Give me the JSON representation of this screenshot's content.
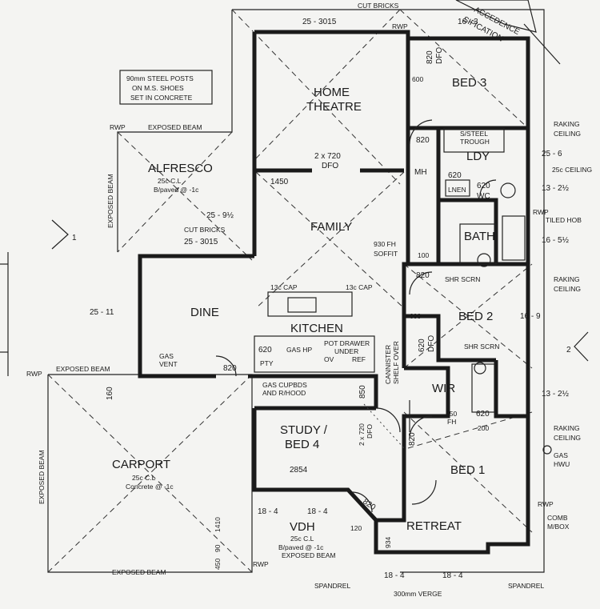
{
  "rooms": {
    "home_theatre": [
      "HOME",
      "THEATRE"
    ],
    "bed3": "BED 3",
    "alfresco": "ALFRESCO",
    "alfresco_spec": [
      "25c C.L",
      "B/paved @ -1c"
    ],
    "family": "FAMILY",
    "ldy": "LDY",
    "bath": "BATH",
    "wc": "WC",
    "dine": "DINE",
    "kitchen": "KITCHEN",
    "bed2": "BED 2",
    "wir": "WIR",
    "study": [
      "STUDY /",
      "BED 4"
    ],
    "carport": "CARPORT",
    "carport_spec": [
      "25c C.L",
      "Concrete @ -1c"
    ],
    "bed1": "BED 1",
    "vdh": "VDH",
    "vdh_spec": [
      "25c C.L",
      "B/paved @ -1c"
    ],
    "retreat": "RETREAT"
  },
  "notes": {
    "steel_posts": [
      "90mm STEEL POSTS",
      "ON M.S. SHOES",
      "SET IN CONCRETE"
    ],
    "cut_bricks": "CUT BRICKS",
    "exposed_beam": "EXPOSED BEAM",
    "rwp": "RWP",
    "raking_ceiling": [
      "RAKING",
      "CEILING"
    ],
    "ceiling_25c": "25c CEILING",
    "tiled_hob": "TILED HOB",
    "soffit": [
      "930 FH",
      "SOFFIT"
    ],
    "cap": "13c CAP",
    "pot_drawer": [
      "POT DRAWER",
      "UNDER"
    ],
    "cannister": [
      "CANNISTER",
      "SHELF OVER"
    ],
    "gas_vent": [
      "GAS",
      "VENT"
    ],
    "gas_hp": "GAS HP",
    "cupboards": [
      "GAS CUPBDS",
      "AND R/HOOD"
    ],
    "gas_hwu": [
      "GAS",
      "HWU"
    ],
    "comb_mbox": [
      "COMB",
      "M/BOX"
    ],
    "spandrel": "SPANDREL",
    "verge": "300mm VERGE",
    "ss_trough": [
      "S/STEEL",
      "TROUGH"
    ],
    "linen": "LNEN",
    "shr_scrn": "SHR SCRN",
    "dfo_720": [
      "2 x 720",
      "DFO"
    ],
    "fh_850": [
      "850",
      "FH"
    ],
    "mh": "MH",
    "pty": "PTY",
    "ov": "OV",
    "ref": "REF",
    "stamp": [
      "ACCEDENCE",
      "SIFICATION"
    ],
    "section_marker_1": "1",
    "section_marker_2": "2"
  },
  "dims": {
    "d25_3015": "25 - 3015",
    "d16_3015": "16 - 3",
    "d820": "820",
    "dfo": "DFO",
    "d600": "600",
    "d25_6": "25 - 6",
    "d13_2_5": "13 - 2½",
    "d1450": "1450",
    "d25_9_5": "25 - 9½",
    "d16_5_5": "16 - 5½",
    "d100": "100",
    "d25_11": "25 - 11",
    "d16_9": "16 - 9",
    "d620": "620",
    "d850": "850",
    "d160": "160",
    "d200": "200",
    "d2854": "2854",
    "d18_4": "18 - 4",
    "d120": "120",
    "d934": "934",
    "d1410": "1410",
    "d90": "90",
    "d450": "450"
  },
  "colors": {
    "ink": "#1a1a1a",
    "paper": "#f4f4f2"
  }
}
